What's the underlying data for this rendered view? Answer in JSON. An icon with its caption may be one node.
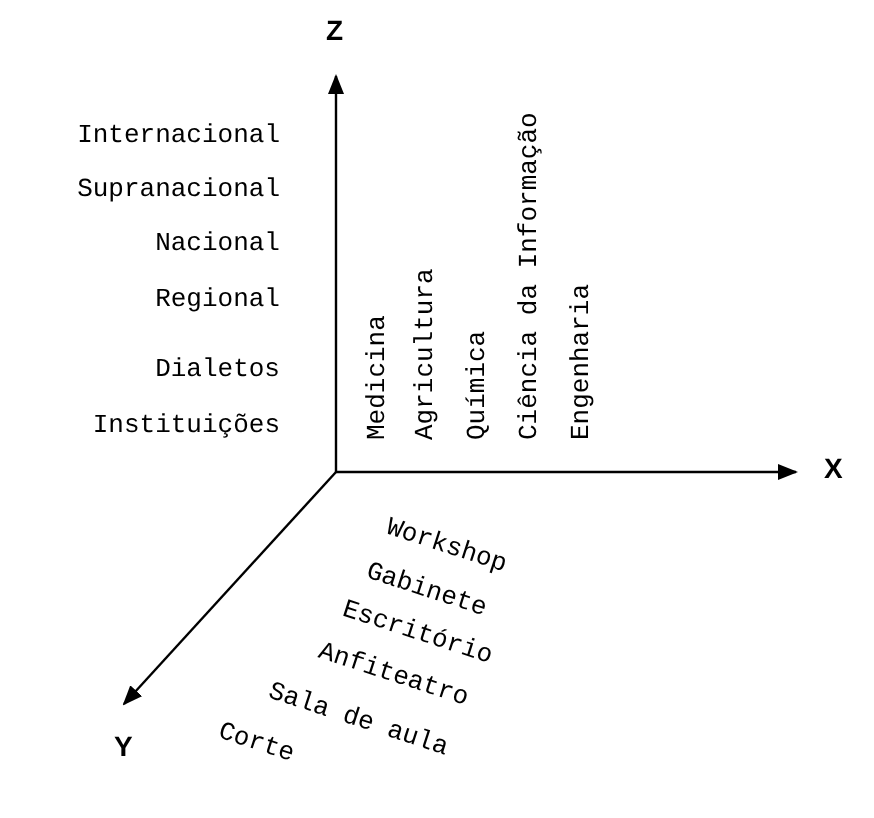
{
  "diagram": {
    "labels": [
      "Z",
      "Internacional",
      "Supranacional",
      "Nacional",
      "Regional",
      "Dialetos",
      "Instituições",
      "Medicina",
      "Agricultura",
      "Química",
      "Ciência da Informação",
      "Engenharia",
      "X",
      "Workshop",
      "Gabinete",
      "Escritório",
      "Anfiteatro",
      "Sala de aula",
      "Corte",
      "Y"
    ]
  }
}
